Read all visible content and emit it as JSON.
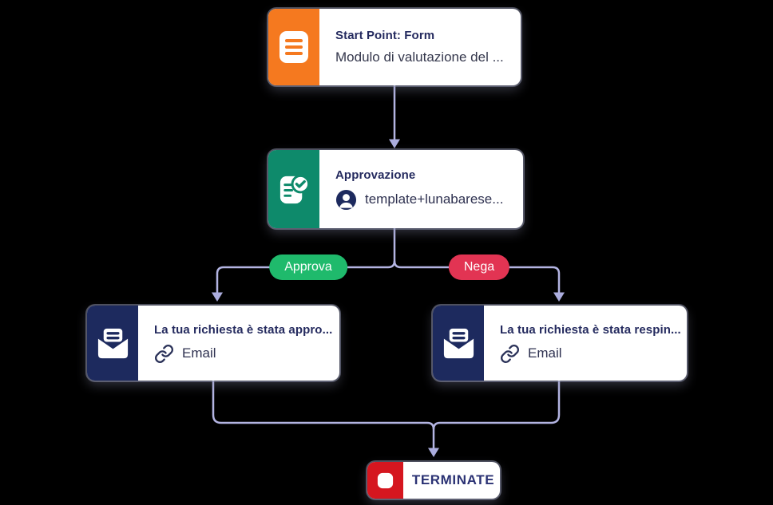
{
  "canvas": {
    "background": "#000000",
    "connector_color": "#B3B4E2"
  },
  "nodes": {
    "start": {
      "title": "Start Point: Form",
      "subtitle": "Modulo di valutazione del ...",
      "accent": "#F5791F",
      "icon": "form-icon"
    },
    "approval": {
      "title": "Approvazione",
      "assignee": "template+lunabarese...",
      "accent": "#0E8A6B",
      "icon": "approval-check-icon"
    },
    "email_approved": {
      "title": "La tua richiesta è stata appro...",
      "channel": "Email",
      "accent": "#1D2A5E",
      "icon": "email-icon"
    },
    "email_denied": {
      "title": "La tua richiesta è stata respin...",
      "channel": "Email",
      "accent": "#1D2A5E",
      "icon": "email-icon"
    },
    "terminate": {
      "label": "TERMINATE",
      "accent": "#D5161F",
      "icon": "stop-icon"
    }
  },
  "branches": {
    "approve": {
      "label": "Approva",
      "color": "#1FBA6C"
    },
    "deny": {
      "label": "Nega",
      "color": "#E23453"
    }
  }
}
